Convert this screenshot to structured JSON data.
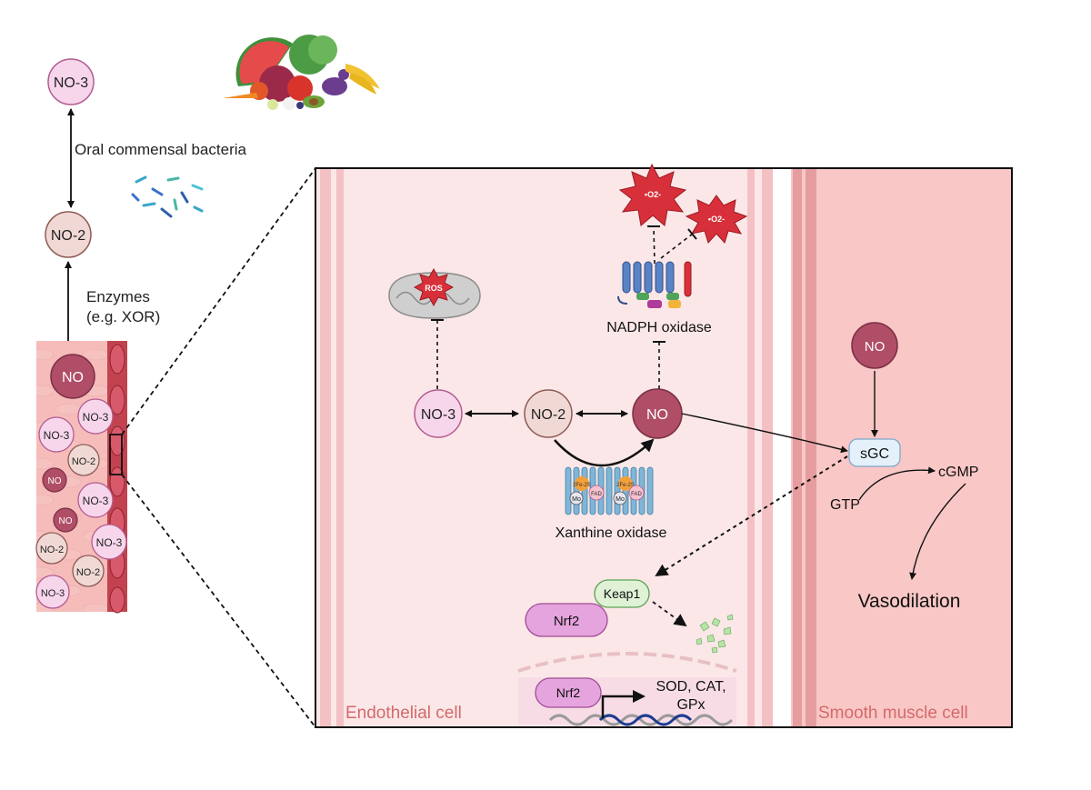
{
  "left": {
    "nitrate": "NO-3",
    "nitrite": "NO-2",
    "no": "NO",
    "oral_bacteria": "Oral commensal bacteria",
    "enzymes_line1": "Enzymes",
    "enzymes_line2": "(e.g. XOR)"
  },
  "vessel": {
    "no": "NO",
    "nitrate": "NO-3",
    "nitrite": "NO-2"
  },
  "endothelial": {
    "label": "Endothelial cell",
    "nitrate": "NO-3",
    "nitrite": "NO-2",
    "no": "NO",
    "ros": "ROS",
    "superoxide": "•O2-",
    "nadph": "NADPH oxidase",
    "xanthine": "Xanthine oxidase",
    "xo_mo": "Mo",
    "xo_fad": "FAD",
    "xo_fes": "2Fe-2S",
    "keap1": "Keap1",
    "nrf2": "Nrf2",
    "nrf2_nucleus": "Nrf2",
    "genes_line1": "SOD, CAT,",
    "genes_line2": "GPx"
  },
  "smooth_muscle": {
    "label": "Smooth muscle cell",
    "no": "NO",
    "sgc": "sGC",
    "gtp": "GTP",
    "cgmp": "cGMP",
    "vasodilation": "Vasodilation"
  },
  "colors": {
    "nitrate_fill": "#f7d6ec",
    "nitrate_stroke": "#b35c8f",
    "nitrite_fill": "#f0d9d4",
    "nitrite_stroke": "#8e5a55",
    "no_fill": "#b04d67",
    "no_stroke": "#7a2f44",
    "endo_bg": "#fbe7e8",
    "sm_bg": "#f9c7c6",
    "cell_label": "#d46a6a"
  }
}
